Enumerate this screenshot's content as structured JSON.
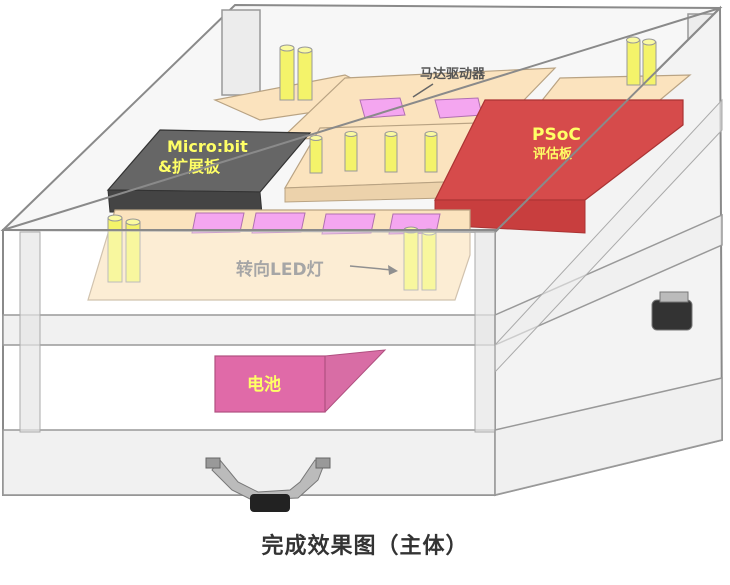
{
  "labels": {
    "motor_driver": "马达驱动器",
    "microbit_line1": "Micro:bit",
    "microbit_line2": "&扩展板",
    "psoc_line1": "PSoC",
    "psoc_line2": "评估板",
    "turn_led": "转向LED灯",
    "battery": "电池"
  },
  "caption": "完成效果图（主体）",
  "colors": {
    "frame": "#f2f2f2",
    "frame_edge": "#8a8a8a",
    "board": "#fbe3be",
    "microbit": "#555555",
    "psoc": "#d44a4a",
    "chip": "#f4a6f0",
    "capacitor": "#f4f36a",
    "battery": "#e06aa8",
    "caption": "#333333"
  }
}
